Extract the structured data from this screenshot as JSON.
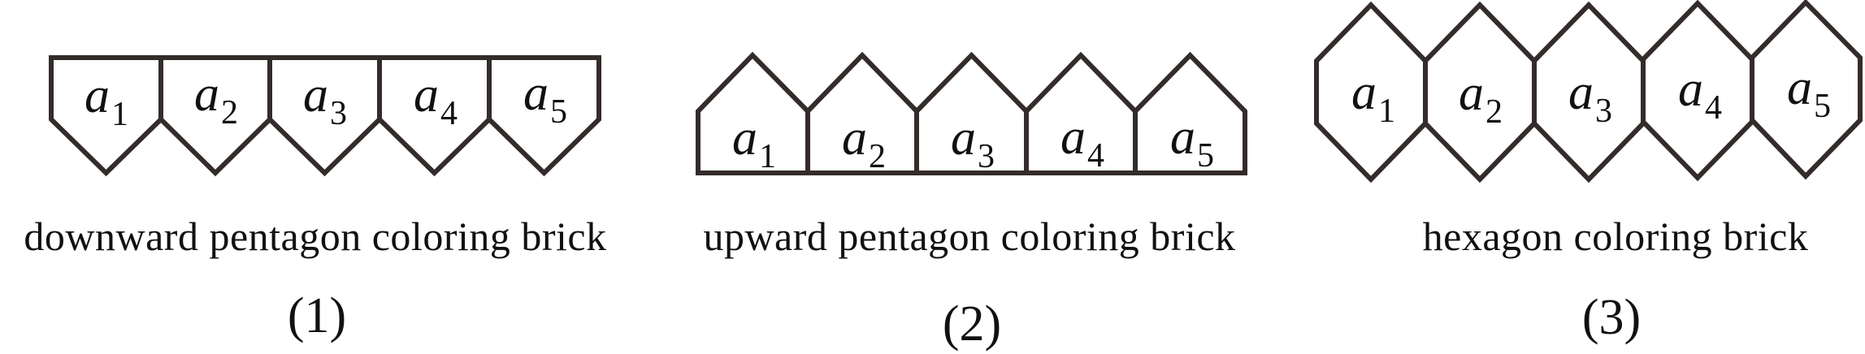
{
  "figure": {
    "stroke_color": "#332c2a",
    "panels": [
      {
        "id": 1,
        "shape": "downward-pentagon",
        "caption": "downward pentagon coloring brick",
        "number": "(1)",
        "cells": [
          {
            "var": "a",
            "sub": "1"
          },
          {
            "var": "a",
            "sub": "2"
          },
          {
            "var": "a",
            "sub": "3"
          },
          {
            "var": "a",
            "sub": "4"
          },
          {
            "var": "a",
            "sub": "5"
          }
        ]
      },
      {
        "id": 2,
        "shape": "upward-pentagon",
        "caption": "upward pentagon coloring brick",
        "number": "(2)",
        "cells": [
          {
            "var": "a",
            "sub": "1"
          },
          {
            "var": "a",
            "sub": "2"
          },
          {
            "var": "a",
            "sub": "3"
          },
          {
            "var": "a",
            "sub": "4"
          },
          {
            "var": "a",
            "sub": "5"
          }
        ]
      },
      {
        "id": 3,
        "shape": "hexagon",
        "caption": "hexagon coloring brick",
        "number": "(3)",
        "cells": [
          {
            "var": "a",
            "sub": "1"
          },
          {
            "var": "a",
            "sub": "2"
          },
          {
            "var": "a",
            "sub": "3"
          },
          {
            "var": "a",
            "sub": "4"
          },
          {
            "var": "a",
            "sub": "5"
          }
        ]
      }
    ]
  }
}
